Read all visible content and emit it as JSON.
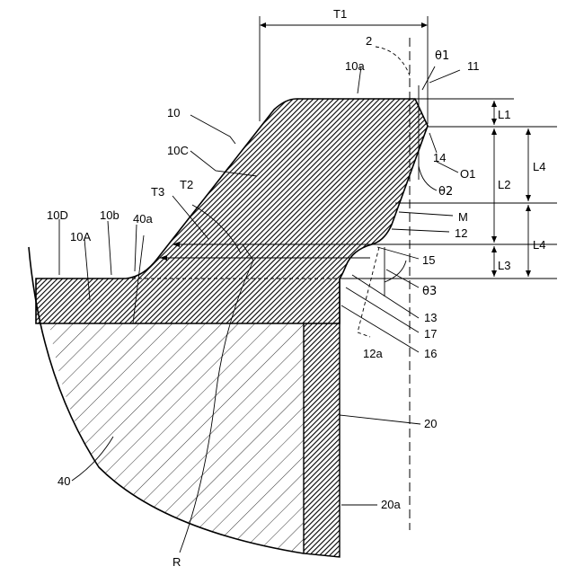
{
  "labels": {
    "T1": "T1",
    "n2": "2",
    "theta1": "θ1",
    "n10a": "10a",
    "n11": "11",
    "L1": "L1",
    "n10": "10",
    "n14": "14",
    "O1": "O1",
    "n10C": "10C",
    "L2": "L2",
    "L4a": "L4",
    "theta2": "θ2",
    "T3": "T3",
    "T2": "T2",
    "M": "M",
    "n10D": "10D",
    "n10b": "10b",
    "n40a": "40a",
    "n12": "12",
    "n10A": "10A",
    "L4b": "L4",
    "n15": "15",
    "L3": "L3",
    "theta3": "θ3",
    "n13": "13",
    "n17": "17",
    "n16": "16",
    "n12a": "12a",
    "n20": "20",
    "n40": "40",
    "n20a": "20a",
    "R": "R"
  }
}
